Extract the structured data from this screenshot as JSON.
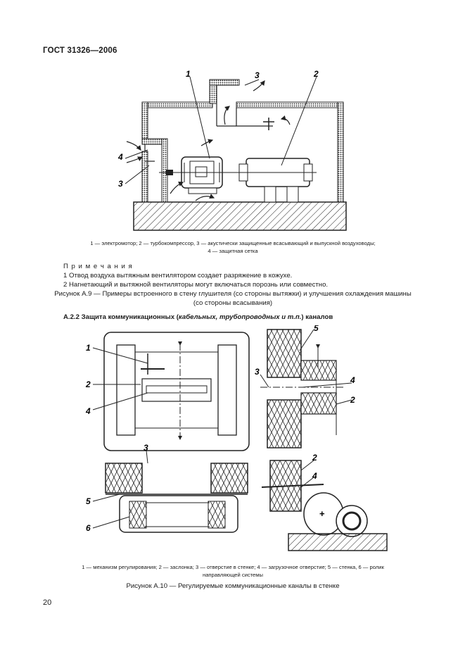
{
  "header": {
    "doc_code": "ГОСТ 31326—2006"
  },
  "figure_a9": {
    "callouts": [
      "1",
      "2",
      "3",
      "4",
      "3"
    ],
    "legend_line1": "1 — электромотор;  2 — турбокомпрессор,  3 — акустически защищенные всасывающий и выпускной  воздуховоды;",
    "legend_line2": "4 — защитная сетка",
    "notes_heading": "П р и м е ч а н и я",
    "note1": "1 Отвод воздуха вытяжным вентилятором создает разряжение в кожухе.",
    "note2": "2 Нагнетающий и вытяжной вентиляторы могут включаться порознь  или совместно.",
    "title_line1": "Рисунок А.9 — Примеры встроенного в стену глушителя (со стороны вытяжки) и улучшения охлаждения машины",
    "title_line2": "(со стороны всасывания)"
  },
  "section": {
    "prefix": "А.2.2 Защита коммуникационных (",
    "italic": "кабельных, трубопроводных и т.п.",
    "suffix": ") каналов"
  },
  "figure_a10": {
    "callouts": [
      "1",
      "2",
      "4",
      "5",
      "3",
      "4",
      "2",
      "3",
      "2",
      "4",
      "5",
      "6",
      "+"
    ],
    "legend_line1": "1 — механизм регулирования; 2 — заслонка; 3 — отверстие в стенке; 4 — загрузочное отверстие; 5 — стенка,  6 — ролик",
    "legend_line2": "направляющей системы",
    "title": "Рисунок А.10 — Регулируемые коммуникационные каналы в стенке"
  },
  "page_number": "20"
}
